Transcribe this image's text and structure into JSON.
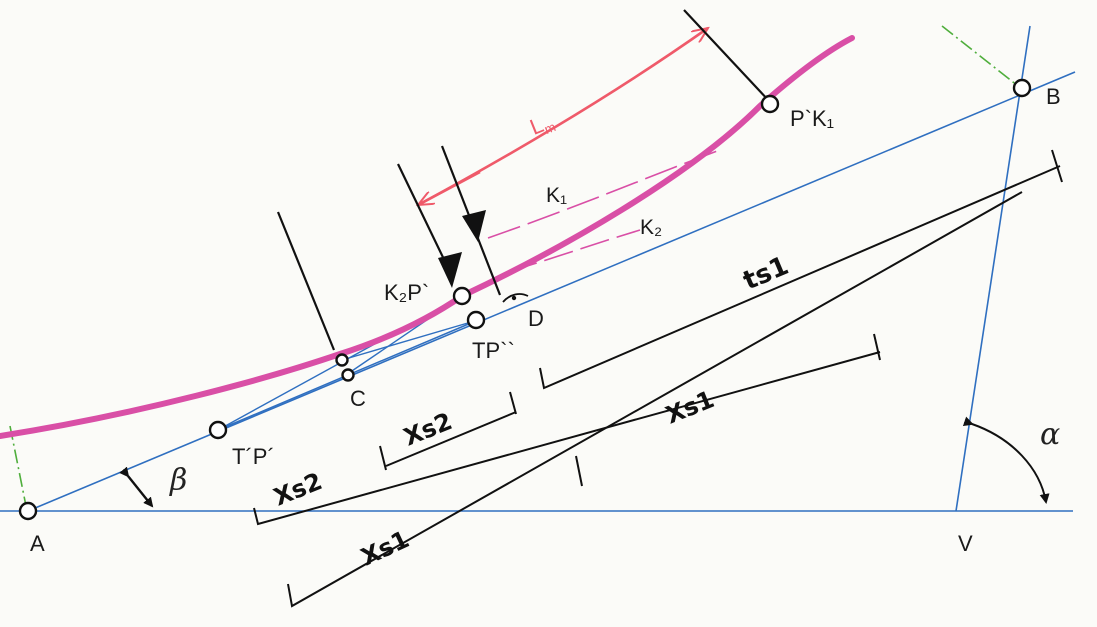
{
  "diagram": {
    "colors": {
      "baseline": "#2f6fc0",
      "curve": "#d94fa6",
      "arc": "#ef5a6a",
      "guide": "#4fae3c",
      "ink": "#111111"
    },
    "points": {
      "A": "A",
      "B": "B",
      "V": "V",
      "C": "C",
      "D": "D",
      "TP1": "T´P´",
      "TP2": "TP``",
      "K2P": "K₂P`",
      "PK1": "P`K₁"
    },
    "curves": {
      "K1": "K₁",
      "K2": "K₂",
      "Lm": "L",
      "Lm_sub": "m"
    },
    "angles": {
      "alpha": "α",
      "beta": "β"
    },
    "dimensions": {
      "ts1": "ts1",
      "xs1_upper": "Xs1",
      "xs1_lower": "Xs1",
      "xs2_upper": "Xs2",
      "xs2_lower": "Xs2"
    }
  }
}
